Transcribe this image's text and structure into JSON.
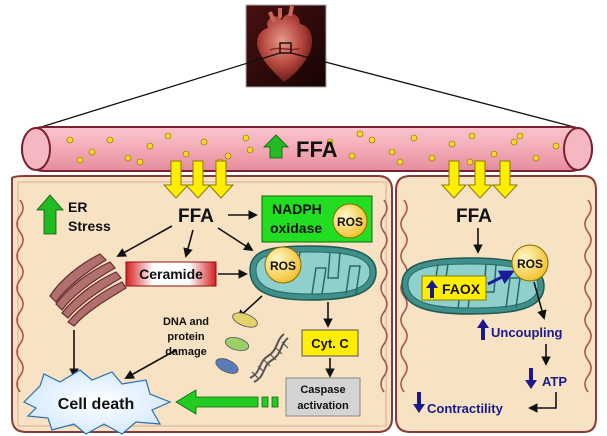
{
  "vessel": {
    "label": "FFA"
  },
  "left_cell": {
    "ffa": "FFA",
    "er_stress": [
      "ER",
      "Stress"
    ],
    "nadph": [
      "NADPH",
      "oxidase"
    ],
    "ros_nadph": "ROS",
    "ceramide": "Ceramide",
    "ros_mito": "ROS",
    "damage": [
      "DNA and",
      "protein",
      "damage"
    ],
    "cytc": "Cyt. C",
    "caspase": [
      "Caspase",
      "activation"
    ],
    "cell_death": "Cell death"
  },
  "right_cell": {
    "ffa": "FFA",
    "faox": "FAOX",
    "ros": "ROS",
    "uncoupling": "Uncoupling",
    "atp": "ATP",
    "contractility": "Contractility"
  },
  "colors": {
    "cell_fill": "#f7e2c4",
    "cell_border": "#8b3a3a",
    "vessel_fill": "#f5b6c0",
    "up_arrow": "#22bb22",
    "down_arrow": "#1a1a8a",
    "ffa_arrow": "#ffee00",
    "nadph_box": "#22dd22",
    "mito_fill": "#8fd0cc",
    "ros_fill": "#ffd84a"
  },
  "icons": [
    "heart-image",
    "mitochondrion-icon",
    "er-icon",
    "dna-icon",
    "protein-icon",
    "cell-death-burst-icon"
  ]
}
